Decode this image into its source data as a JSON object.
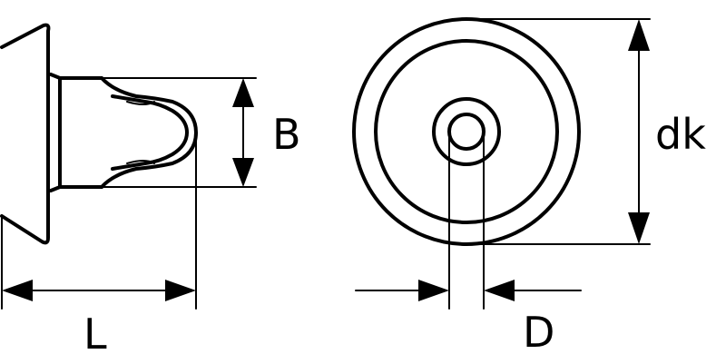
{
  "labels": {
    "b": "B",
    "l": "L",
    "dk": "dk",
    "d": "D"
  },
  "colors": {
    "ink": "#000000",
    "background": "#ffffff"
  }
}
